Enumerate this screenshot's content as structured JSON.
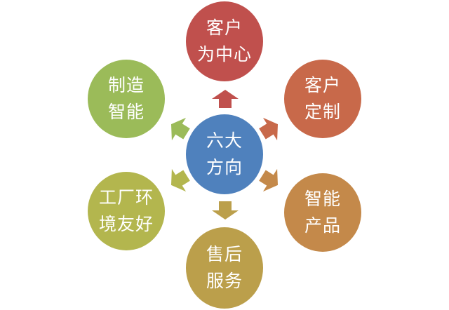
{
  "diagram": {
    "type": "hub-and-spoke",
    "center": {
      "lines": [
        "六大",
        "方向"
      ],
      "color": "#4f81bd"
    },
    "nodes": [
      {
        "id": "top",
        "lines": [
          "客户",
          "为中心"
        ],
        "color": "#c0504d"
      },
      {
        "id": "top-right",
        "lines": [
          "客户",
          "定制"
        ],
        "color": "#c8694a"
      },
      {
        "id": "bottom-right",
        "lines": [
          "智能",
          "产品"
        ],
        "color": "#c4894a"
      },
      {
        "id": "bottom",
        "lines": [
          "售后",
          "服务"
        ],
        "color": "#bb9f4b"
      },
      {
        "id": "bottom-left",
        "lines": [
          "工厂环",
          "境友好"
        ],
        "color": "#b3b64e"
      },
      {
        "id": "top-left",
        "lines": [
          "制造",
          "智能"
        ],
        "color": "#9bbb59"
      }
    ],
    "arrows": [
      {
        "to": "top",
        "color": "#c0504d"
      },
      {
        "to": "top-right",
        "color": "#c8694a"
      },
      {
        "to": "bottom-right",
        "color": "#c4894a"
      },
      {
        "to": "bottom",
        "color": "#bb9f4b"
      },
      {
        "to": "bottom-left",
        "color": "#b3b64e"
      },
      {
        "to": "top-left",
        "color": "#9bbb59"
      }
    ]
  }
}
